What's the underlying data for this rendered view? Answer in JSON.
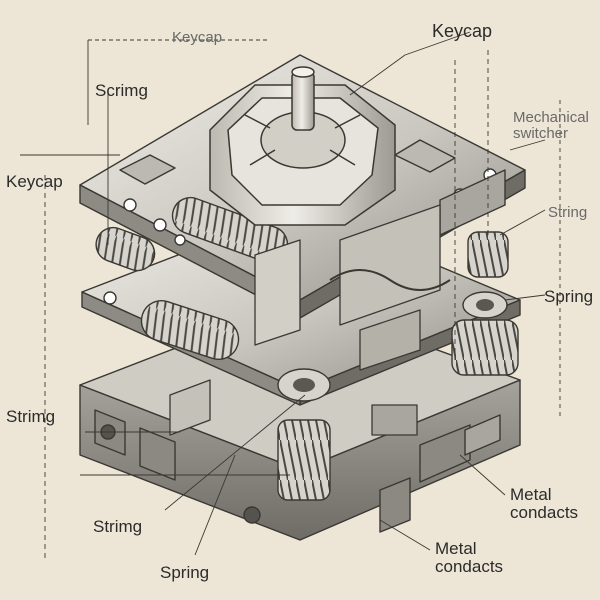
{
  "labels": {
    "keycap_top": "Keycap",
    "keycap_right": "Keycap",
    "keycap_left": "Keycap",
    "mechanical_line1": "Mechanical",
    "mechanical_line2": "switcher",
    "string_right": "String",
    "spring_right": "Spring",
    "string_left_upper": "Scrimg",
    "string_left_lower": "Strimg",
    "string_bottom": "Strimg",
    "spring_bottom": "Spring",
    "metal_right_line1": "Metal",
    "metal_right_line2": "condacts",
    "metal_bottom_line1": "Metal",
    "metal_bottom_line2": "condacts"
  },
  "colors": {
    "background": "#ede6d6",
    "ink": "#2b2b2b",
    "metal_light": "#e4e2dc",
    "metal_mid": "#b9b6ae",
    "metal_dark": "#7d7a73"
  }
}
